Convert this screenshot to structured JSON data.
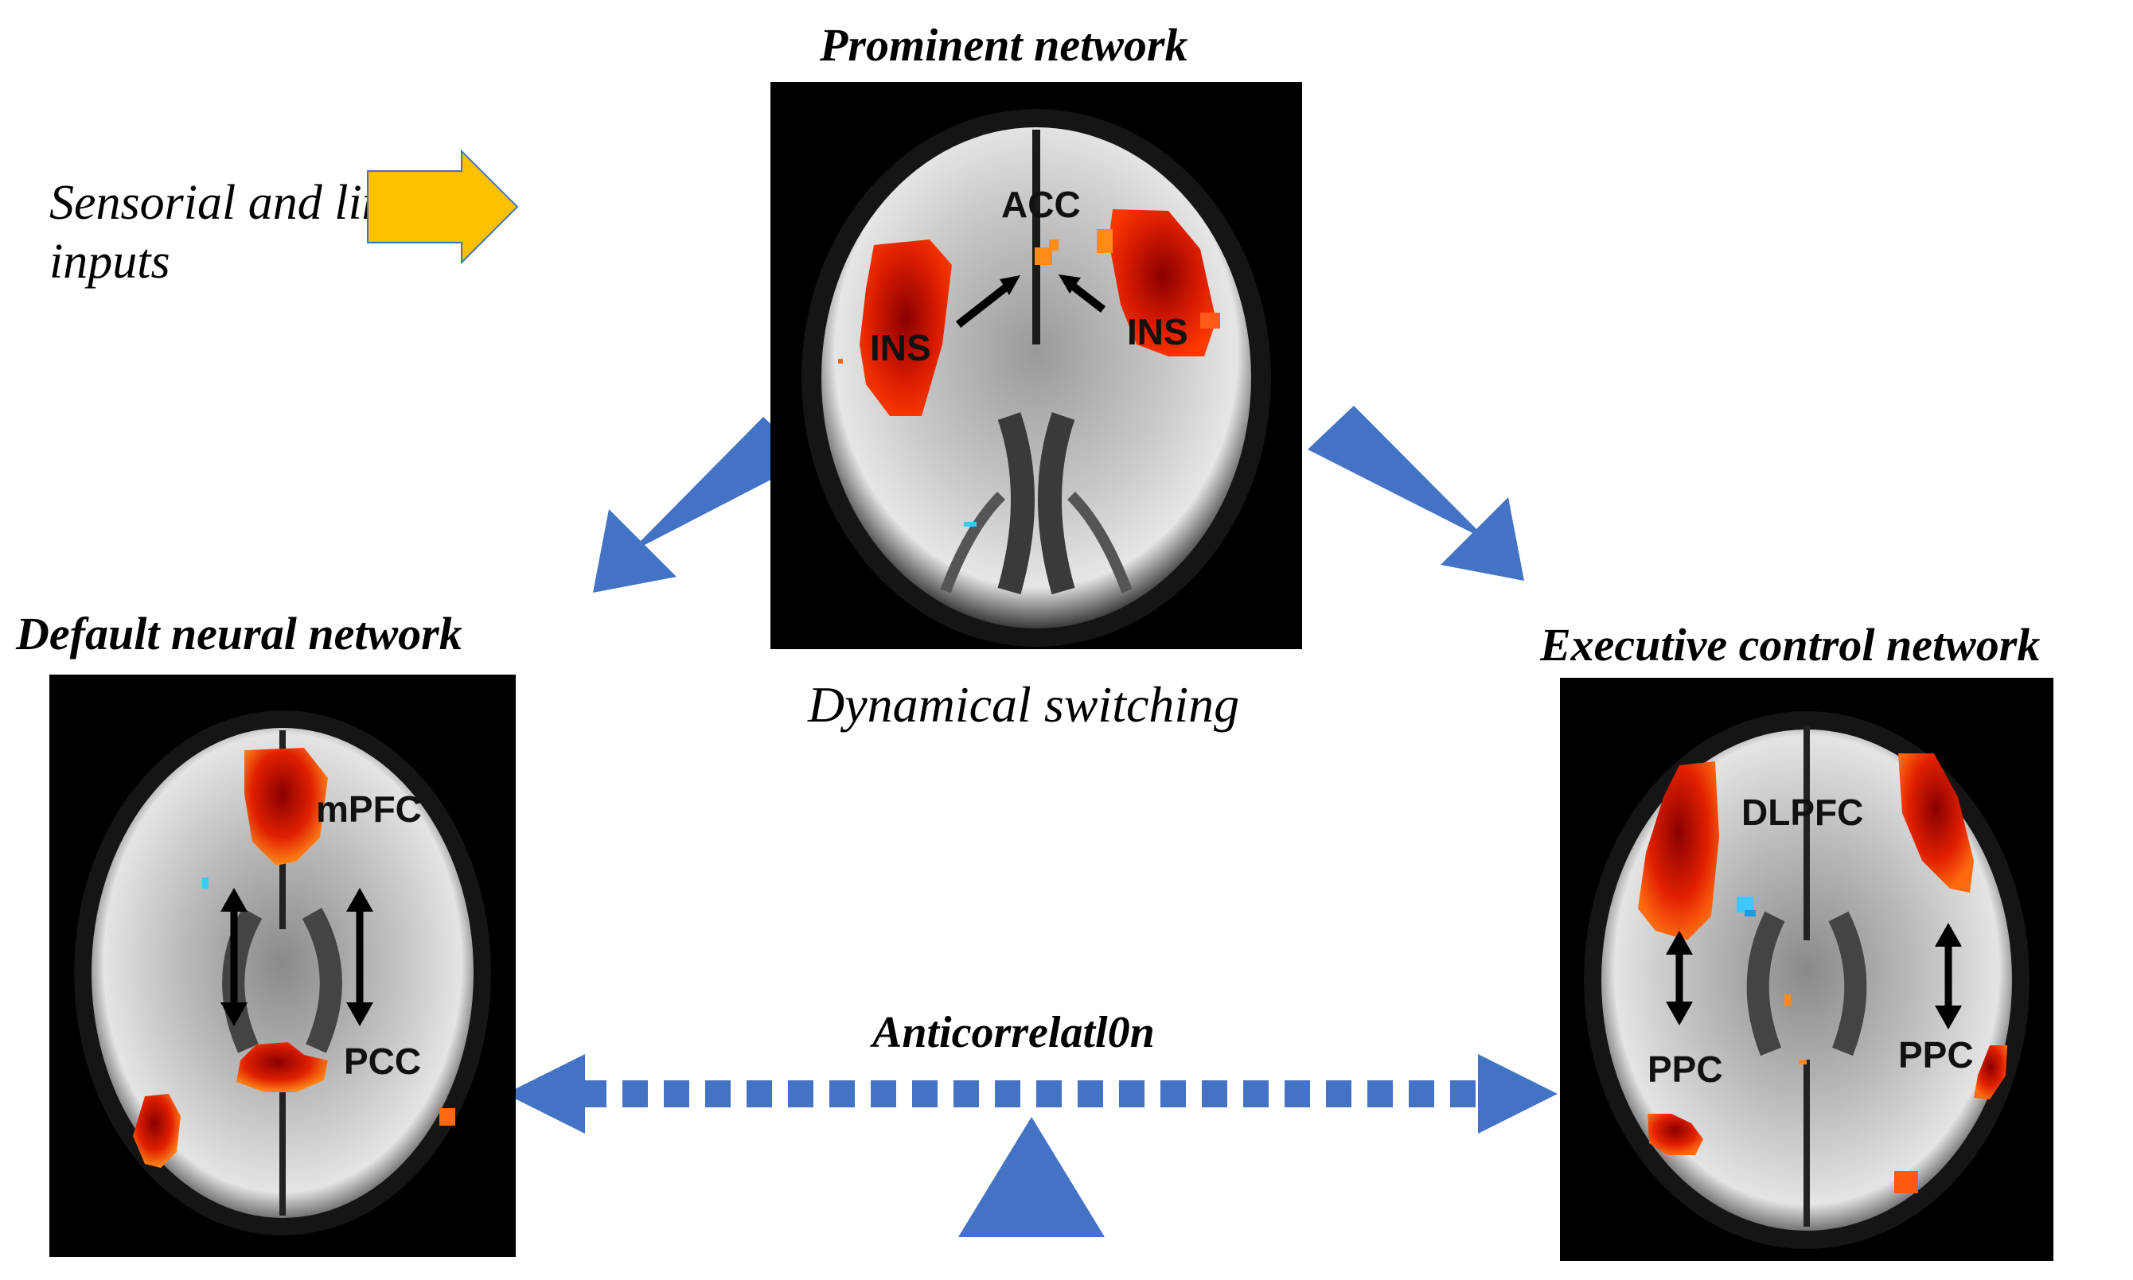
{
  "titles": {
    "salience": "Prominent network",
    "default": "Default neural network",
    "executive": "Executive control network"
  },
  "captions": {
    "inputs_line1": "Sensorial and limbic",
    "inputs_line2": "inputs",
    "switching": "Dynamical switching",
    "anticorrelation": "Anticorrelatl0n"
  },
  "regions": {
    "acc": "ACC",
    "ins_left": "INS",
    "ins_right": "INS",
    "mpfc": "mPFC",
    "pcc": "PCC",
    "dlpfc": "DLPFC",
    "ppc_left": "PPC",
    "ppc_right": "PPC"
  },
  "colors": {
    "input_arrow": "#FFC000",
    "flow_arrows": "#4472C4",
    "activation_hot": "#FF2A00",
    "activation_core": "#A00000",
    "activation_warm": "#FF8C1A",
    "deactivation": "#3FC8FF"
  }
}
